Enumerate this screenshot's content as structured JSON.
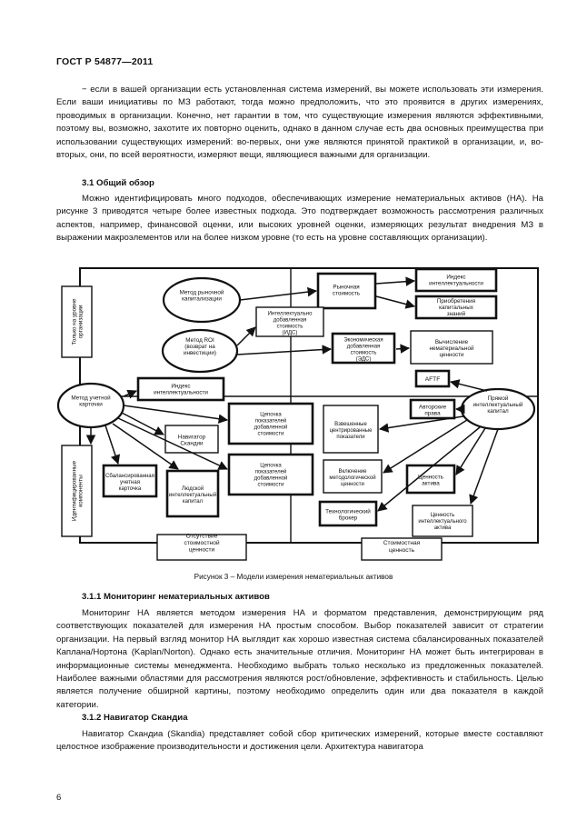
{
  "header": {
    "title": "ГОСТ Р 54877—2011"
  },
  "para1": "− если в вашей организации есть установленная система измерений, вы можете использовать эти измерения. Если ваши инициативы по МЗ работают, тогда можно предположить, что это проявится в других измерениях, проводимых в организации. Конечно, нет гарантии в том, что существующие измерения являются эффективными, поэтому вы, возможно, захотите их повторно оценить, однако в данном случае есть два основных преимущества при использовании существующих измерений: во-первых, они уже являются принятой практикой в организации, и, во-вторых, они, по всей вероятности, измеряют вещи, являющиеся важными для организации.",
  "sec31": {
    "title": "3.1 Общий обзор"
  },
  "para2": "Можно идентифицировать много подходов, обеспечивающих измерение нематериальных активов (НА). На рисунке 3 приводятся четыре более известных подхода. Это подтверждает возможность рассмотрения различных аспектов, например, финансовой оценки, или высоких уровней оценки, измеряющих результат внедрения МЗ в выражении макроэлементов или на более низком уровне (то есть на уровне составляющих организации).",
  "figure": {
    "caption": "Рисунок 3 – Модели измерения нематериальных активов",
    "left_top_label": "Только на уровне организации",
    "left_bottom_label": "Идентифицированные компоненты",
    "bottom_left_label": "Отсутствие стоимостной ценности",
    "bottom_right_label": "Стоимостная ценность",
    "ell_method_market": "Метод рыночной капитализации",
    "ell_roi": "Метод ROI (возврат на инвестиции)",
    "ell_scorecard": "Метод учетной карточки",
    "ell_direct": "Прямой интеллектуальный капитал",
    "box_market_value": "Рыночная стоимость",
    "box_ic_index_r": "Индекс интеллектуальности",
    "box_capital_gain": "Приобретения капитальных знаний",
    "box_ic_value_added": "Интеллектуально добавленная стоимость (ИДС)",
    "box_eva": "Экономическая добавленная стоимость (ЭДС)",
    "box_intangible_value": "Вычисление нематериальной ценности",
    "box_aftf": "AFTF",
    "box_ic_index_l": "Индекс интеллектуальности",
    "box_skandia": "Навигатор Скандии",
    "box_value_chain1": "Цепочка показателей добавленной стоимости",
    "box_value_chain2": "Цепочка показателей добавленной стоимости",
    "box_authors": "Авторские права",
    "box_weighted": "Взвешенные центрированные показатели",
    "box_methodological": "Включение методологической ценности",
    "box_balanced": "Сбалансированная учетная карточка",
    "box_human": "Людской интеллектуальный капитал",
    "box_tech_broker": "Технологический брокер",
    "box_asset_value": "Ценность актива",
    "box_ic_asset_value": "Ценность интеллектуального актива"
  },
  "sec311": {
    "title": "3.1.1 Мониторинг нематериальных активов"
  },
  "para3": "Мониторинг НА является методом измерения НА и форматом представления, демонстрирующим ряд соответствующих показателей для измерения НА простым способом. Выбор показателей зависит от стратегии организации. На первый взгляд монитор НА выглядит как хорошо известная система сбалансированных показателей Каплана/Нортона (Kaplan/Norton). Однако есть значительные отличия. Мониторинг НА может быть интегрирован в информационные системы менеджмента. Необходимо выбрать только несколько из предложенных показателей. Наиболее важными областями для рассмотрения являются рост/обновление, эффективность и стабильность. Целью является получение обширной картины, поэтому необходимо определить один или два показателя в каждой категории.",
  "sec312": {
    "title": "3.1.2 Навигатор Скандиа"
  },
  "para4": "Навигатор Скандиа (Skandia) представляет собой сбор критических измерений, которые вместе составляют целостное изображение производительности и достижения цели. Архитектура навигатора",
  "page_number": "6"
}
